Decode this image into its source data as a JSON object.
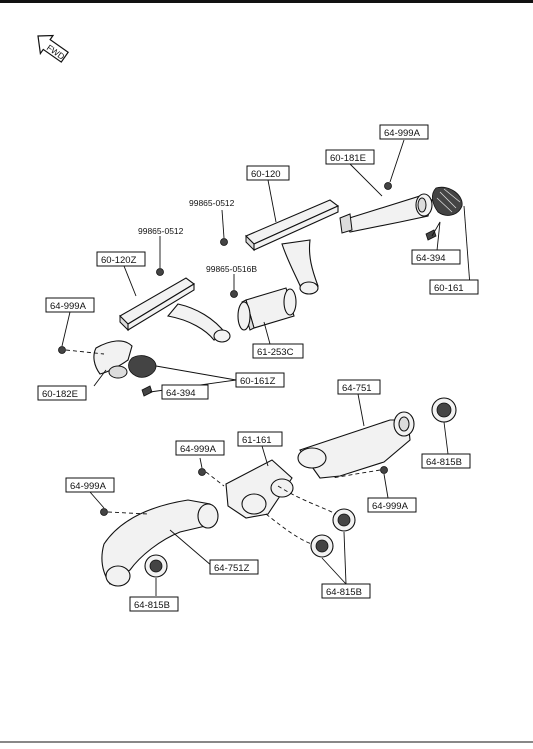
{
  "fwd_label": "FWD",
  "labels": {
    "l_64999A_top": "64-999A",
    "l_60181E": "60-181E",
    "l_60120": "60-120",
    "l_99865_0512_a": "99865-0512",
    "l_99865_0512_b": "99865-0512",
    "l_60120Z": "60-120Z",
    "l_99865_0516B": "99865-0516B",
    "l_64394_r": "64-394",
    "l_60161": "60-161",
    "l_64999A_left": "64-999A",
    "l_61253C": "61-253C",
    "l_60161Z": "60-161Z",
    "l_64394_l": "64-394",
    "l_60182E": "60-182E",
    "l_64751": "64-751",
    "l_64999A_mid": "64-999A",
    "l_61161": "61-161",
    "l_64815B_r": "64-815B",
    "l_64999A_lower_left": "64-999A",
    "l_64999A_lower_right": "64-999A",
    "l_64751Z": "64-751Z",
    "l_64815B_l": "64-815B",
    "l_64815B_bot": "64-815B"
  }
}
